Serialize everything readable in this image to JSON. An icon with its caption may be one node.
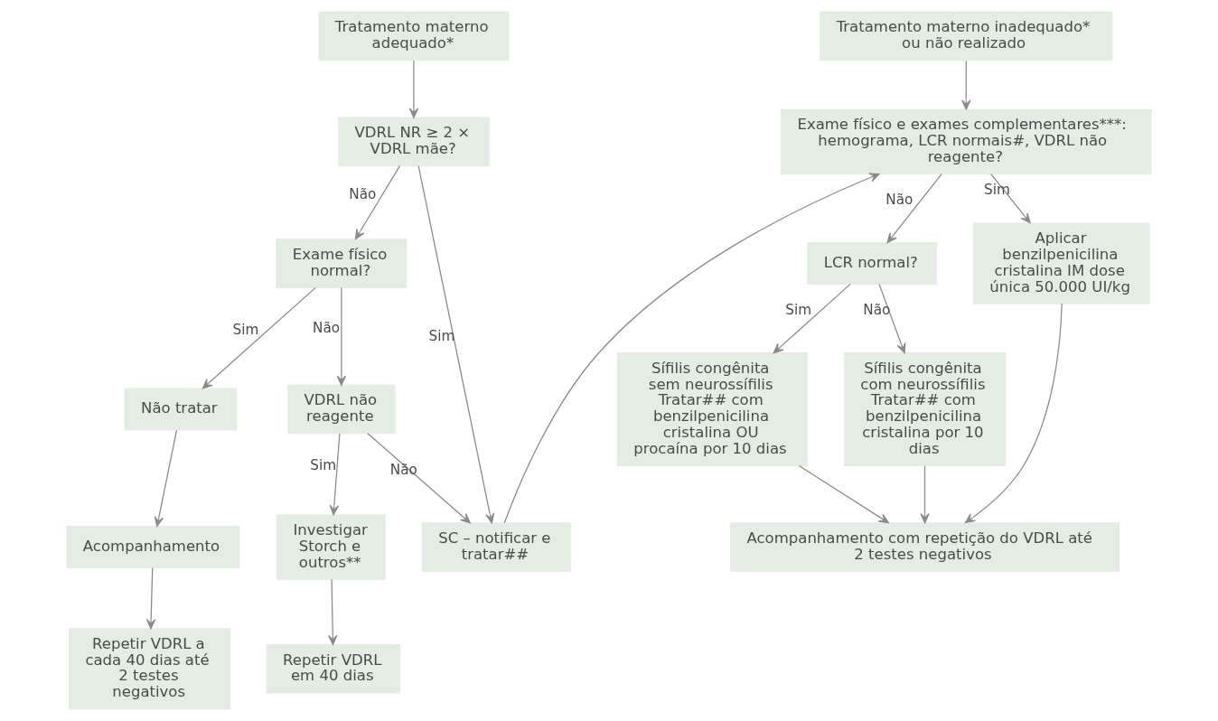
{
  "diagram": {
    "nodes": [
      {
        "text": [
          "Tratamento materno adequado*"
        ]
      },
      {
        "text": [
          "VDRL NR ≥ 2 × VDRL mãe?"
        ]
      },
      {
        "text": [
          "Exame físico normal?"
        ]
      },
      {
        "text": [
          "Não tratar"
        ]
      },
      {
        "text": [
          "Acompanhamento"
        ]
      },
      {
        "text": [
          "Repetir VDRL a cada 40 dias até 2 testes negativos"
        ]
      },
      {
        "text": [
          "VDRL não reagente"
        ]
      },
      {
        "text": [
          "Investigar Storch e outros**"
        ]
      },
      {
        "text": [
          "Repetir VDRL em 40 dias"
        ]
      },
      {
        "text": [
          "SC – notificar e tratar##"
        ]
      },
      {
        "text": [
          "Tratamento materno inadequado* ou não realizado"
        ]
      },
      {
        "text": [
          "Exame físico e exames complementares***: hemograma, LCR normais#, VDRL não reagente?"
        ]
      },
      {
        "text": [
          "LCR normal?"
        ]
      },
      {
        "text": [
          "Aplicar benzilpenicilina cristalina IM dose única 50.000 UI/kg"
        ]
      },
      {
        "text": [
          "Sífilis congênita sem neurossífilis Tratar## com benzilpenicilina cristalina OU procaína por 10 dias"
        ]
      },
      {
        "text": [
          "Sífilis congênita com neurossífilis Tratar## com benzilpenicilina cristalina por 10 dias"
        ]
      },
      {
        "text": [
          "Acompanhamento com repetição do VDRL até 2 testes negativos"
        ]
      }
    ],
    "edges": [
      {
        "from": 0,
        "to": 1,
        "arrow": "to"
      },
      {
        "from": 1,
        "to": 2,
        "arrow": "to",
        "label": "Não"
      },
      {
        "from": 1,
        "to": 9,
        "arrow": "to",
        "label": "Sim"
      },
      {
        "from": 2,
        "to": 3,
        "arrow": "to",
        "label": "Sim"
      },
      {
        "from": 2,
        "to": 6,
        "arrow": "to",
        "label": "Não"
      },
      {
        "from": 3,
        "to": 4,
        "arrow": "to"
      },
      {
        "from": 4,
        "to": 5,
        "arrow": "to"
      },
      {
        "from": 6,
        "to": 7,
        "arrow": "to",
        "label": "Sim"
      },
      {
        "from": 6,
        "to": 9,
        "arrow": "to",
        "label": "Não"
      },
      {
        "from": 7,
        "to": 8,
        "arrow": "to"
      },
      {
        "from": 9,
        "to": 11,
        "arrow": "to"
      },
      {
        "from": 10,
        "to": 11,
        "arrow": "to"
      },
      {
        "from": 11,
        "to": 12,
        "arrow": "to",
        "label": "Não"
      },
      {
        "from": 11,
        "to": 13,
        "arrow": "to",
        "label": "Sim"
      },
      {
        "from": 12,
        "to": 14,
        "arrow": "to",
        "label": "Sim"
      },
      {
        "from": 12,
        "to": 15,
        "arrow": "to",
        "label": "Não"
      },
      {
        "from": 14,
        "to": 16,
        "arrow": "to"
      },
      {
        "from": 15,
        "to": 16,
        "arrow": "to"
      },
      {
        "from": 13,
        "to": 16,
        "arrow": "to"
      }
    ]
  }
}
